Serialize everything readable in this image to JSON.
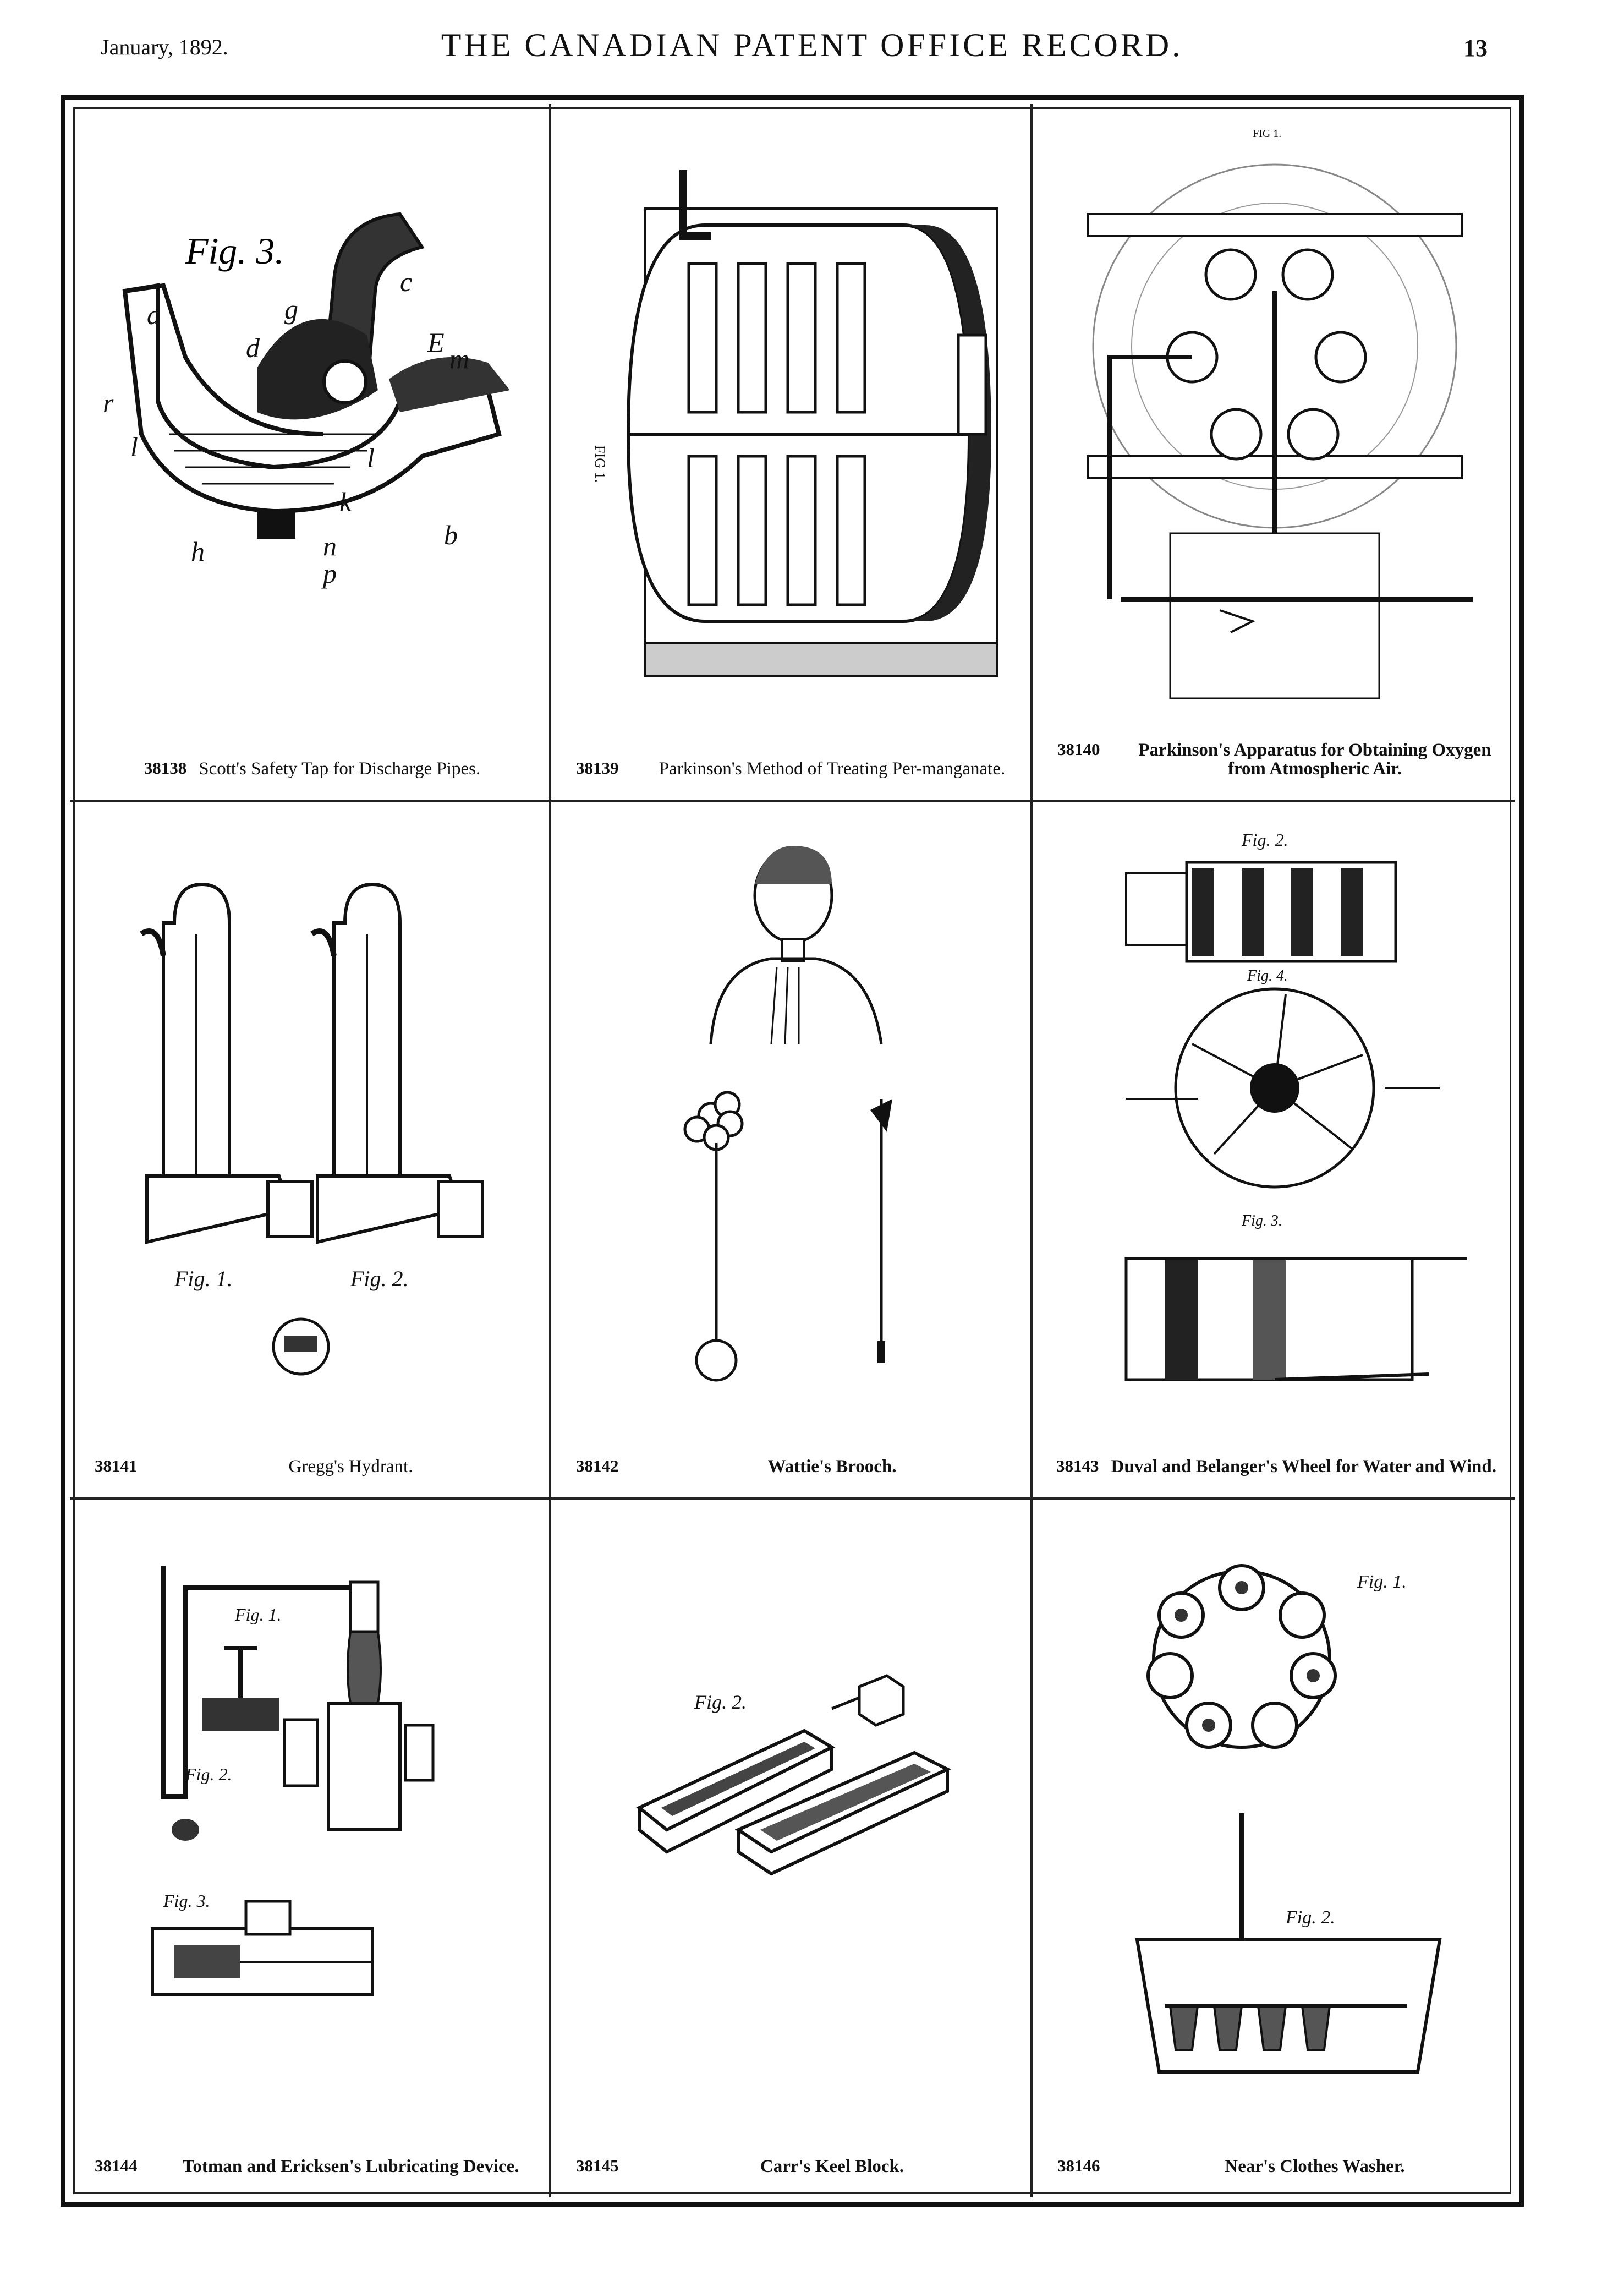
{
  "header": {
    "date": "January, 1892.",
    "title": "THE CANADIAN PATENT OFFICE RECORD.",
    "page_number": "13"
  },
  "patents": [
    {
      "number": "38138",
      "title": "Scott's Safety Tap for Discharge Pipes.",
      "fig_labels": [
        "Fig. 3."
      ]
    },
    {
      "number": "38139",
      "title": "Parkinson's Method of Treating Per-manganate.",
      "fig_labels": [
        "FIG 1."
      ]
    },
    {
      "number": "38140",
      "title": "Parkinson's Apparatus for Obtaining Oxygen from Atmospheric Air.",
      "fig_labels": [
        "FIG 1."
      ]
    },
    {
      "number": "38141",
      "title": "Gregg's Hydrant.",
      "fig_labels": [
        "Fig. 1.",
        "Fig. 2."
      ]
    },
    {
      "number": "38142",
      "title": "Wattie's Brooch.",
      "fig_labels": []
    },
    {
      "number": "38143",
      "title": "Duval and Belanger's Wheel for Water and Wind.",
      "fig_labels": [
        "Fig. 2.",
        "Fig. 4.",
        "Fig. 3."
      ]
    },
    {
      "number": "38144",
      "title": "Totman and Ericksen's Lubricating Device.",
      "fig_labels": [
        "Fig. 1.",
        "Fig. 2.",
        "Fig. 3."
      ]
    },
    {
      "number": "38145",
      "title": "Carr's Keel Block.",
      "fig_labels": [
        "Fig. 2."
      ]
    },
    {
      "number": "38146",
      "title": "Near's Clothes Washer.",
      "fig_labels": [
        "Fig. 1.",
        "Fig. 2."
      ]
    }
  ]
}
